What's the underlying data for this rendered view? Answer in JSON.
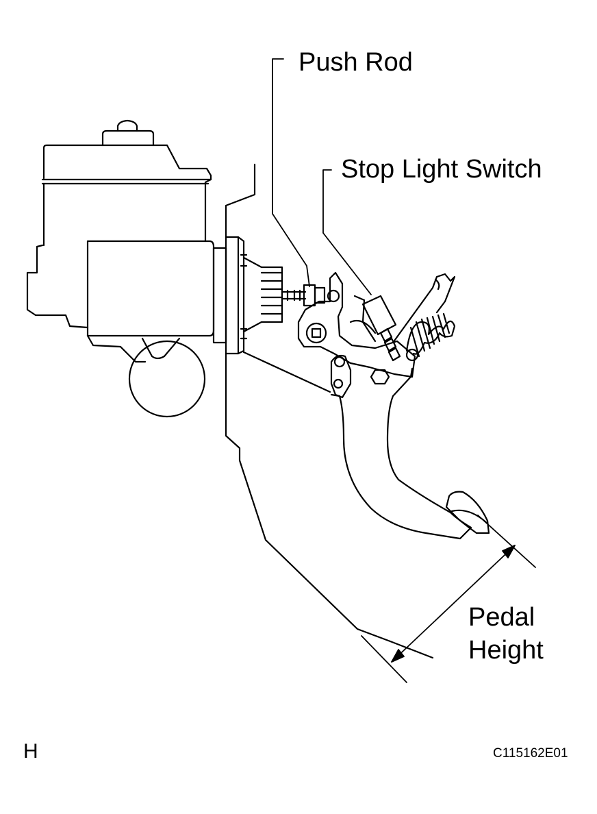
{
  "labels": {
    "push_rod": "Push Rod",
    "stop_light_switch": "Stop Light Switch",
    "pedal_height_line1": "Pedal",
    "pedal_height_line2": "Height"
  },
  "footer": {
    "corner_letter": "H",
    "figure_code": "C115162E01"
  }
}
